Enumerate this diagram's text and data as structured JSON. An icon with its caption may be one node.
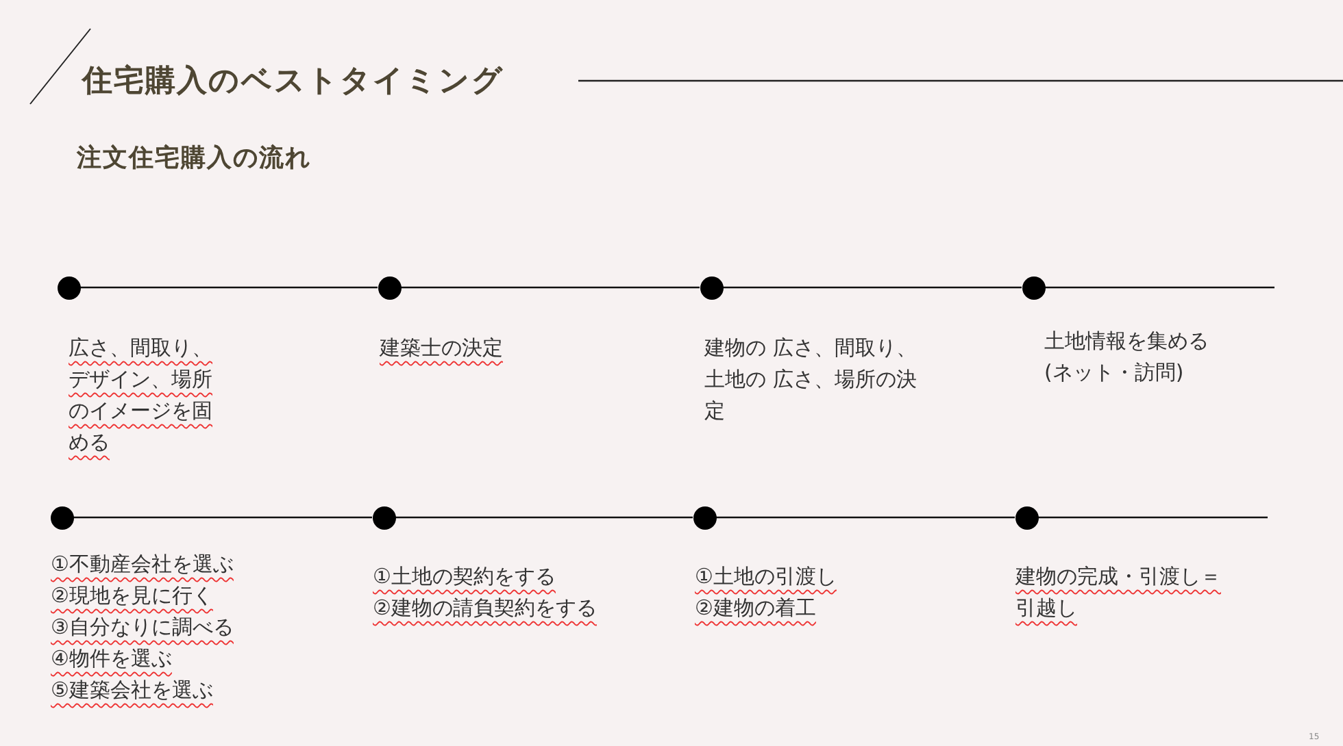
{
  "diagram": {
    "title": "住宅購入のベストタイミング",
    "nodes": [
      {
        "text": [],
        "shape": "circle",
        "beside": [
          "広さ、間取り、デザイン、場所のイメージを固める"
        ]
      },
      {
        "text": [],
        "shape": "circle",
        "beside": [
          "建築士の決定"
        ]
      },
      {
        "text": [],
        "shape": "circle",
        "beside": [
          "建物の 広さ、間取り、土地の 広さ、場所の決定"
        ]
      },
      {
        "text": [],
        "shape": "circle",
        "beside": [
          "土地情報を集める(ネット・訪問)"
        ]
      },
      {
        "text": [],
        "shape": "circle",
        "beside": [
          "①不動産会社を選ぶ",
          "②現地を見に行く",
          "③自分なりに調べる",
          "④物件を選ぶ",
          "⑤建築会社を選ぶ"
        ]
      },
      {
        "text": [],
        "shape": "circle",
        "beside": [
          "①土地の契約をする",
          "②建物の請負契約をする"
        ]
      },
      {
        "text": [],
        "shape": "circle",
        "beside": [
          "①土地の引渡し",
          "②建物の着工"
        ]
      },
      {
        "text": [],
        "shape": "circle",
        "beside": [
          "建物の完成・引渡し＝引越し"
        ]
      }
    ],
    "edges": [
      {
        "from": 0,
        "to": 1,
        "arrow": "none"
      },
      {
        "from": 1,
        "to": 2,
        "arrow": "none"
      },
      {
        "from": 2,
        "to": 3,
        "arrow": "none"
      },
      {
        "from": 3,
        "to": null,
        "arrow": "none"
      },
      {
        "from": 4,
        "to": 5,
        "arrow": "none"
      },
      {
        "from": 5,
        "to": 6,
        "arrow": "none"
      },
      {
        "from": 6,
        "to": 7,
        "arrow": "none"
      },
      {
        "from": 7,
        "to": null,
        "arrow": "none"
      }
    ],
    "labels": [
      "注文住宅購入の流れ",
      "15"
    ]
  }
}
